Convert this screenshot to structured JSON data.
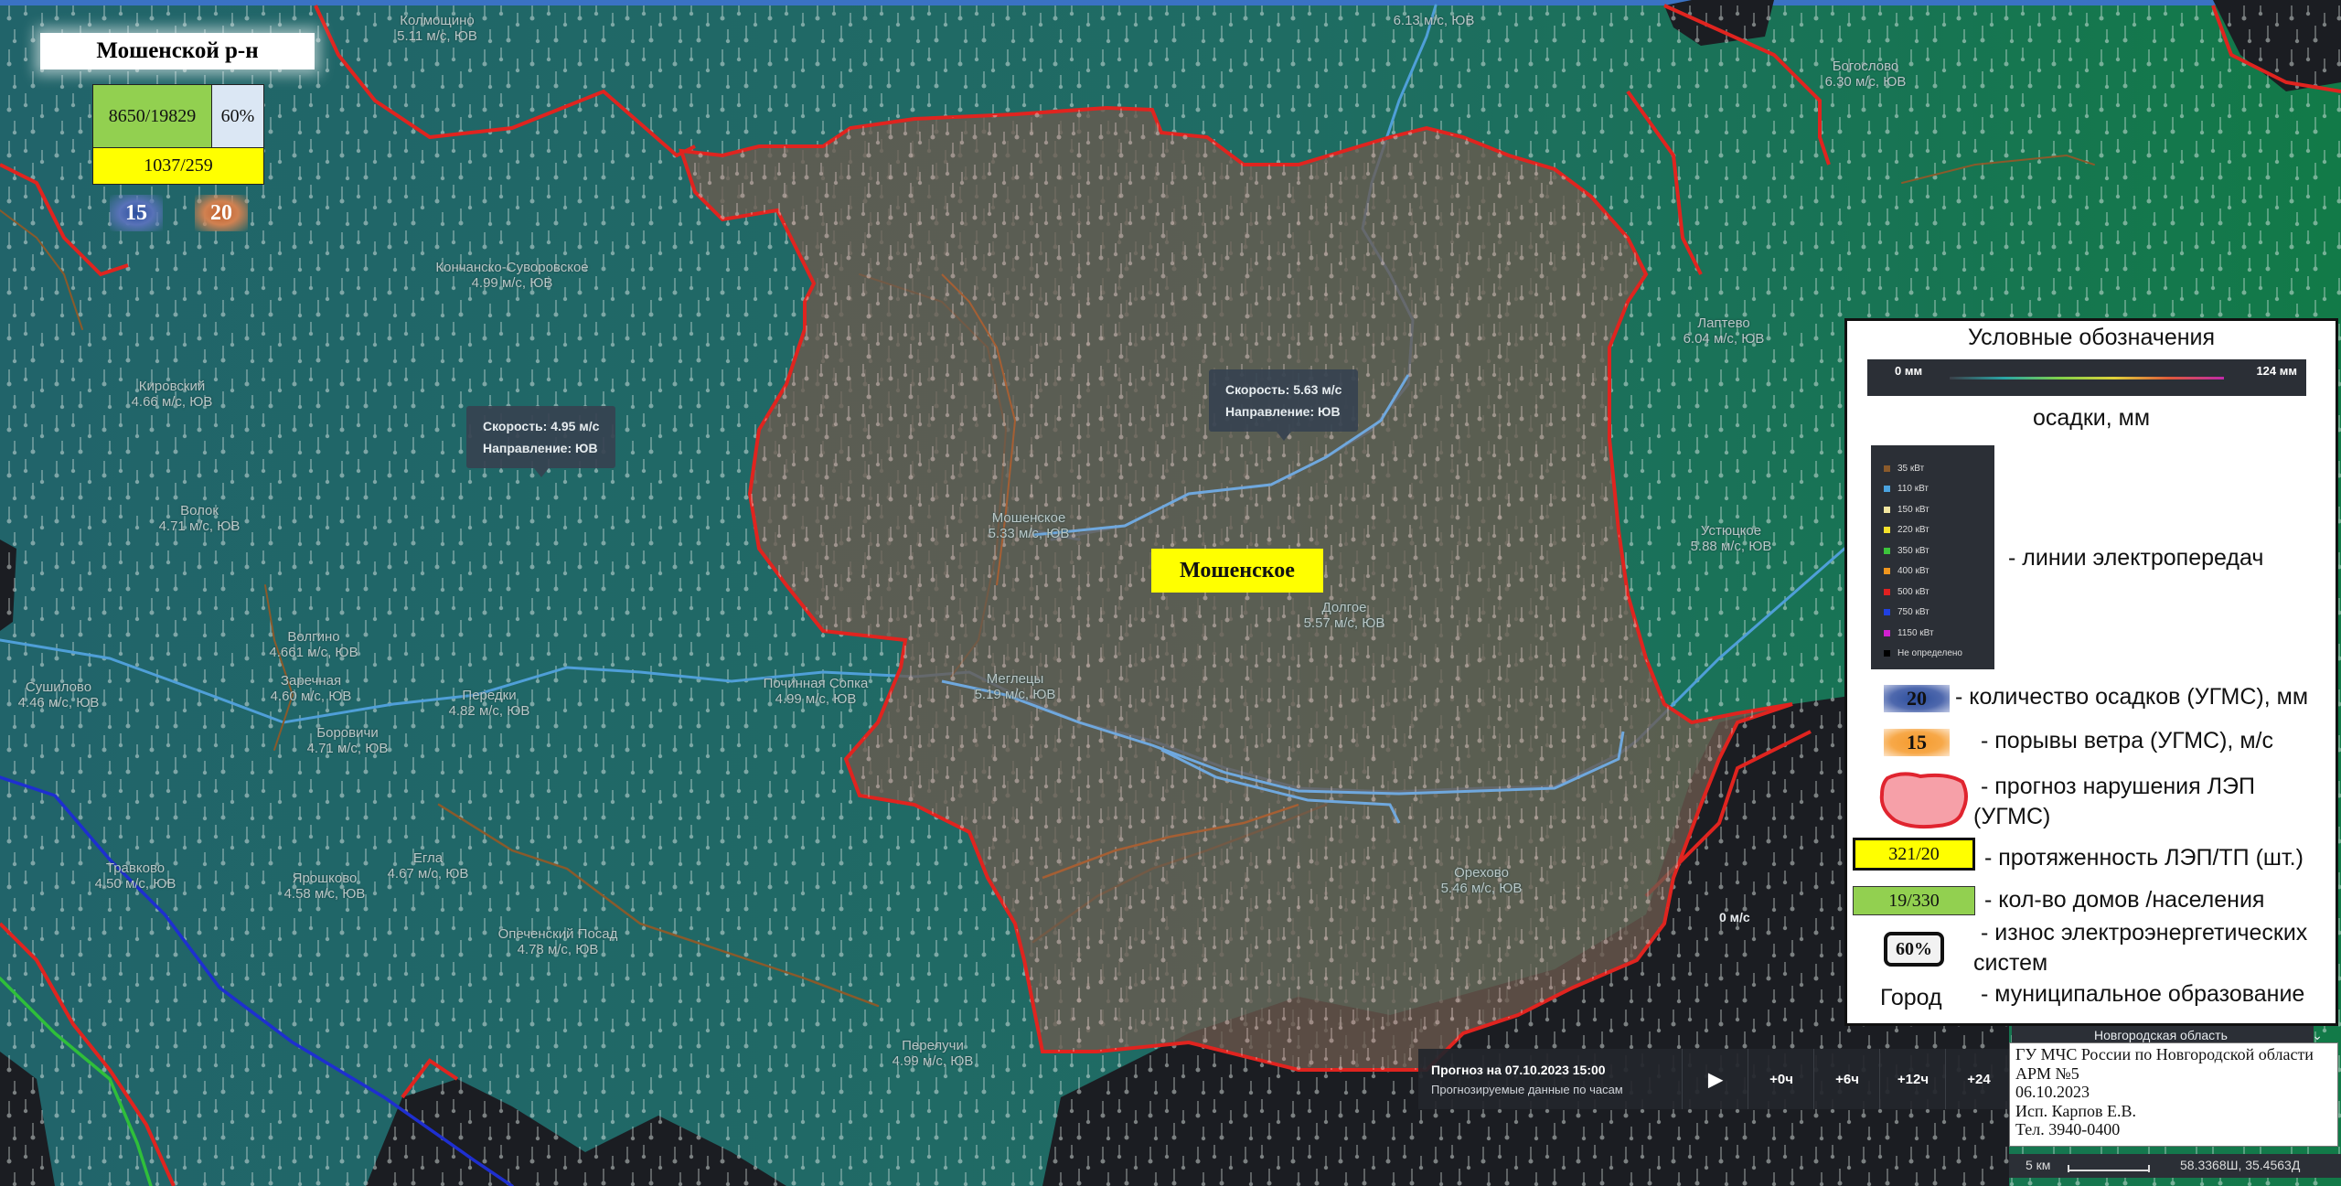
{
  "district": {
    "title": "Мошенской р-н",
    "houses_population": "8650/19829",
    "wear": "60%",
    "lines_substations": "1037/259",
    "precip_badge": "15",
    "gusts_badge": "20"
  },
  "map_labels": [
    {
      "name": "Колмощино",
      "wind": "5.11 м/с, ЮВ"
    },
    {
      "name": "",
      "wind": "6.13 м/с, ЮВ"
    },
    {
      "name": "Богослово",
      "wind": "6.30 м/с, ЮВ"
    },
    {
      "name": "Кончанско-Суворовское",
      "wind": "4.99 м/с, ЮВ"
    },
    {
      "name": "Кировский",
      "wind": "4.66 м/с, ЮВ"
    },
    {
      "name": "Волок",
      "wind": "4.71 м/с, ЮВ"
    },
    {
      "name": "Волгино",
      "wind": "4.661 м/с, ЮВ"
    },
    {
      "name": "Заречная",
      "wind": "4.60 м/с, ЮВ"
    },
    {
      "name": "Сушилово",
      "wind": "4.46 м/с, ЮВ"
    },
    {
      "name": "Боровичи",
      "wind": "4.71 м/с, ЮВ"
    },
    {
      "name": "Передки",
      "wind": "4.82 м/с, ЮВ"
    },
    {
      "name": "Починная Сопка",
      "wind": "4.99 м/с, ЮВ"
    },
    {
      "name": "Мошенское",
      "wind": "5.33 м/с, ЮВ"
    },
    {
      "name": "Меглецы",
      "wind": "5.19 м/с, ЮВ"
    },
    {
      "name": "Долгое",
      "wind": "5.57 м/с, ЮВ"
    },
    {
      "name": "Лаптево",
      "wind": "6.04 м/с, ЮВ"
    },
    {
      "name": "Устюцкое",
      "wind": "5.88 м/с, ЮВ"
    },
    {
      "name": "Травково",
      "wind": "4.50 м/с, ЮВ"
    },
    {
      "name": "Ярошково",
      "wind": "4.58 м/с, ЮВ"
    },
    {
      "name": "Егла",
      "wind": "4.67 м/с, ЮВ"
    },
    {
      "name": "Опеченский Посад",
      "wind": "4.78 м/с, ЮВ"
    },
    {
      "name": "Перелучи",
      "wind": "4.99 м/с, ЮВ"
    },
    {
      "name": "Орехово",
      "wind": "5.46 м/с, ЮВ"
    }
  ],
  "tooltips": [
    {
      "speed": "Скорость: 4.95 м/с",
      "direction": "Направление: ЮВ"
    },
    {
      "speed": "Скорость: 5.63 м/с",
      "direction": "Направление: ЮВ"
    }
  ],
  "municipality_label": "Мошенское",
  "legend": {
    "title": "Условные обозначения",
    "precip_min": "0 мм",
    "precip_max": "124 мм",
    "precip_caption": "осадки, мм",
    "voltage_levels": [
      {
        "label": "35 кВт",
        "color": "#8a5a2b"
      },
      {
        "label": "110 кВт",
        "color": "#4aa3df"
      },
      {
        "label": "150 кВт",
        "color": "#f2e6a0"
      },
      {
        "label": "220 кВт",
        "color": "#f5e12b"
      },
      {
        "label": "350 кВт",
        "color": "#3cc43c"
      },
      {
        "label": "400 кВт",
        "color": "#f0961e"
      },
      {
        "label": "500 кВт",
        "color": "#e02020"
      },
      {
        "label": "750 кВт",
        "color": "#2040e0"
      },
      {
        "label": "1150 кВт",
        "color": "#d020d0"
      },
      {
        "label": "Не определено",
        "color": "#000000"
      }
    ],
    "power_lines": "- линии электропередач",
    "precip_sample": "20",
    "precip_desc": "- количество осадков (УГМС), мм",
    "gust_sample": "15",
    "gust_desc": "- порывы ветра (УГМС), м/с",
    "forecast_desc_1": "- прогноз нарушения ЛЭП",
    "forecast_desc_2": "(УГМС)",
    "length_sample": "321/20",
    "length_desc": "- протяженность ЛЭП/ТП (шт.)",
    "houses_sample": "19/330",
    "houses_desc": "- кол-во домов /населения",
    "wear_desc_1": "- износ электроэнергетических",
    "wear_desc_2": "систем",
    "wear_sample": "60%",
    "city_sample": "Город",
    "city_desc": "- муниципальное образование"
  },
  "map_ui": {
    "wind_zero": "0 м/с",
    "region": "Новгородская область",
    "forecast_title": "Прогноз на 07.10.2023 15:00",
    "forecast_sub": "Прогнозируемые данные по часам",
    "steps": [
      "+0ч",
      "+6ч",
      "+12ч",
      "+24"
    ],
    "scale": "5 км",
    "coords": "58.3368Ш, 35.4563Д"
  },
  "credits": {
    "line1": "ГУ МЧС России по Новгородской области",
    "line2": "АРМ №5",
    "line3": "06.10.2023",
    "line4": "Исп. Карпов Е.В.",
    "line5": "Тел. 3940-0400"
  }
}
